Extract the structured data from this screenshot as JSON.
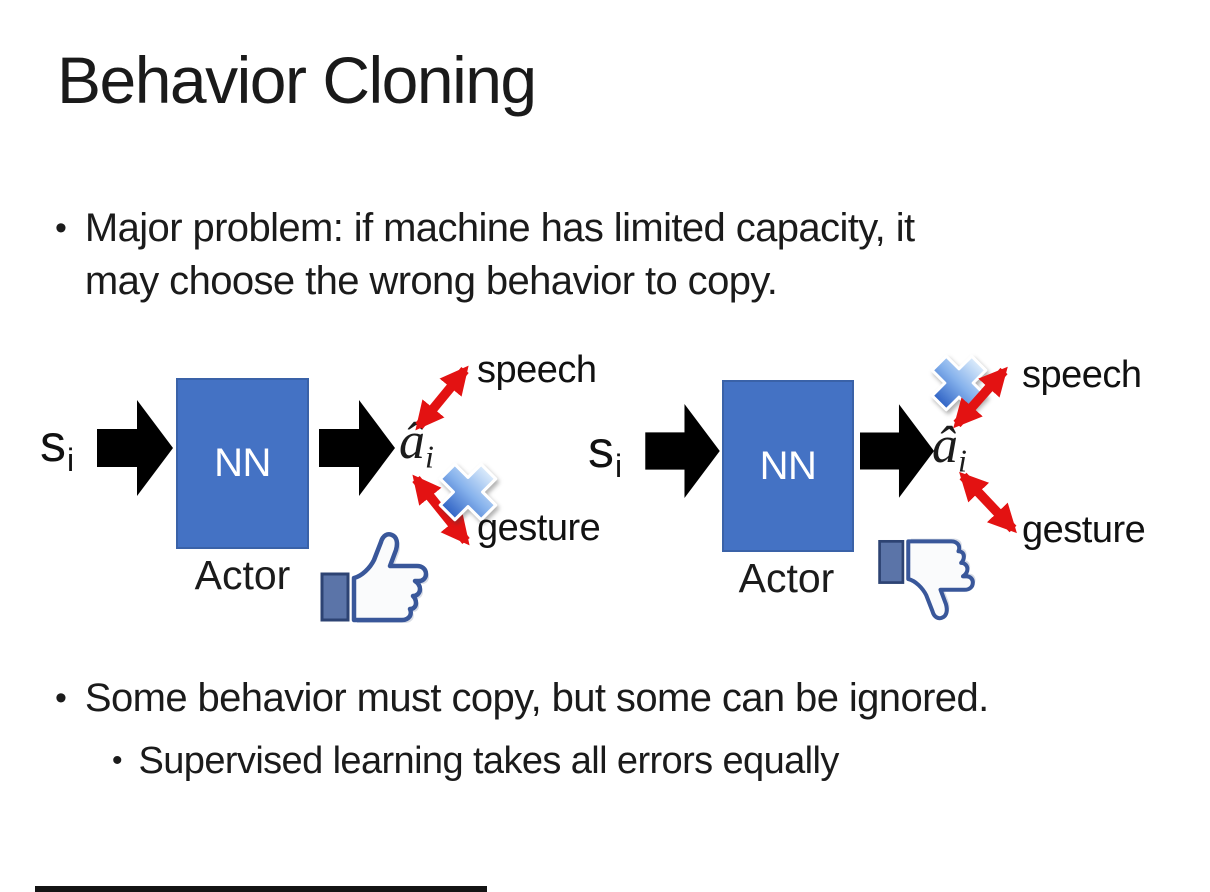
{
  "slide": {
    "title": "Behavior Cloning",
    "bullet1_lines": [
      "Major problem: if machine has limited capacity, it",
      "may choose the wrong behavior to copy."
    ],
    "bullet2": "Some behavior must copy, but some can be ignored.",
    "sub_bullet": "Supervised learning takes all errors equally"
  },
  "diagram": {
    "input_symbol": "s",
    "input_subscript": "i",
    "nn_label": "NN",
    "output_symbol": "â",
    "output_subscript": "i",
    "speech_label": "speech",
    "gesture_label": "gesture",
    "actor_label": "Actor"
  },
  "icons": {
    "left_feedback": "thumbs-up-icon",
    "right_feedback": "thumbs-down-icon",
    "left_crossed_out": "blue-x-on-gesture",
    "right_crossed_out": "blue-x-on-speech",
    "flow": "black-block-arrow",
    "relation": "red-double-arrow"
  },
  "glyphs": {
    "bullet": "•"
  },
  "colors": {
    "nn_box": "#4472C4",
    "nn_border": "#3A62A8",
    "arrow_black": "#000000",
    "arrow_red": "#E31212",
    "fb_outline": "#39579A",
    "fb_cuff": "#5B74A8",
    "x_blue": "#2F62C4"
  }
}
